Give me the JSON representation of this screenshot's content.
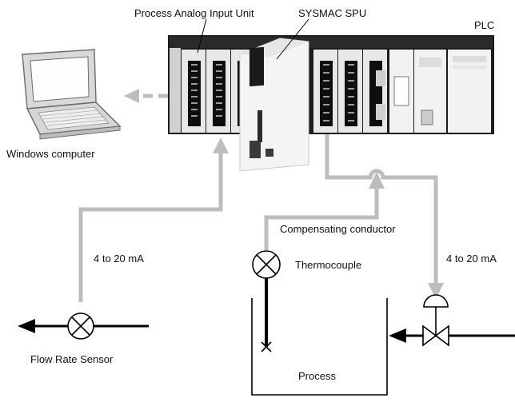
{
  "labels": {
    "process_analog_input_unit": "Process Analog Input Unit",
    "sysmac_spu": "SYSMAC SPU",
    "plc": "PLC",
    "windows_computer": "Windows computer",
    "compensating_conductor": "Compensating conductor",
    "thermocouple": "Thermocouple",
    "current_left": "4 to 20 mA",
    "current_right": "4 to 20 mA",
    "flow_rate_sensor": "Flow Rate Sensor",
    "process": "Process"
  },
  "colors": {
    "connector_gray": "#bdbdbd",
    "line_black": "#000000",
    "plc_dark": "#1c1c1c",
    "module_light": "#f2f2f2",
    "laptop_body": "#d9d9d9"
  },
  "icons": {
    "sensor_symbol": "circle-x-icon",
    "control_valve": "valve-icon",
    "laptop": "laptop-icon"
  }
}
